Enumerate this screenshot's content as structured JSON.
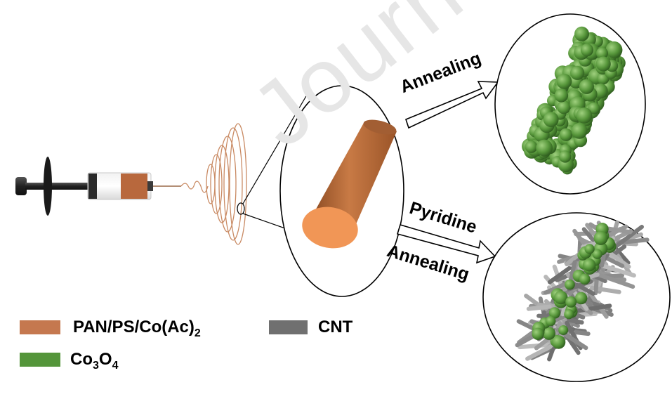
{
  "watermark": "Journal Pre-proofs",
  "steps": {
    "top_arrow_label": "Annealing",
    "bottom_arrow_label_1": "Pyridine",
    "bottom_arrow_label_2": "Annealing"
  },
  "legend": {
    "items": [
      {
        "main": "PAN/PS/Co(Ac)",
        "sub": "2",
        "color": "#c5784f"
      },
      {
        "main": "CNT",
        "sub": "",
        "color": "#707070"
      },
      {
        "parts": [
          "Co",
          "3",
          "O",
          "4"
        ],
        "color": "#54953a"
      }
    ]
  },
  "colors": {
    "fiber": "#c0703c",
    "fiber_end": "#f29a5c",
    "co3o4": "#5aa33e",
    "cnt": "#8a8a8a"
  }
}
